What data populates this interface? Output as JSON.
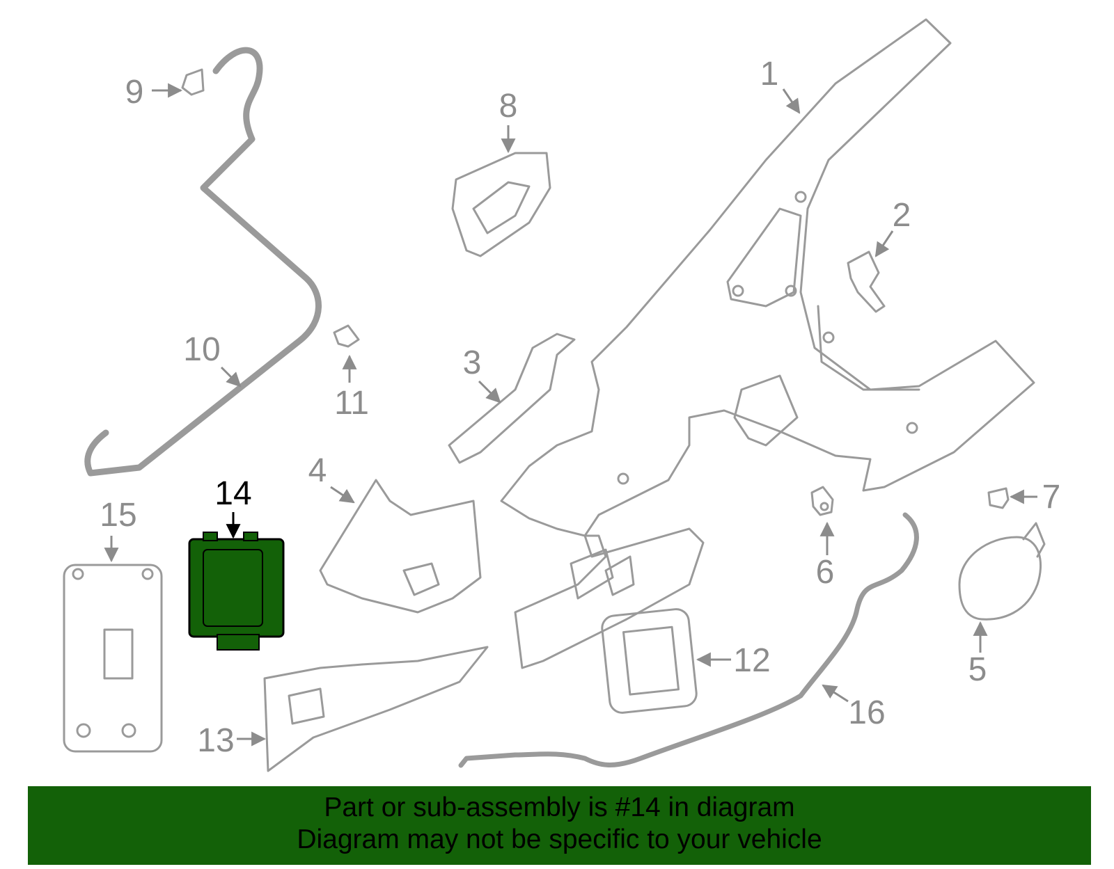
{
  "diagram": {
    "callouts": [
      "1",
      "2",
      "3",
      "4",
      "5",
      "6",
      "7",
      "8",
      "9",
      "10",
      "11",
      "12",
      "13",
      "14",
      "15",
      "16"
    ],
    "highlighted_callout": "14",
    "highlight_color": "#136108",
    "line_color": "#9a9a9a"
  },
  "banner": {
    "line1": "Part or sub-assembly is #14 in diagram",
    "line2": "Diagram may not be specific to your vehicle",
    "background": "#136108"
  }
}
